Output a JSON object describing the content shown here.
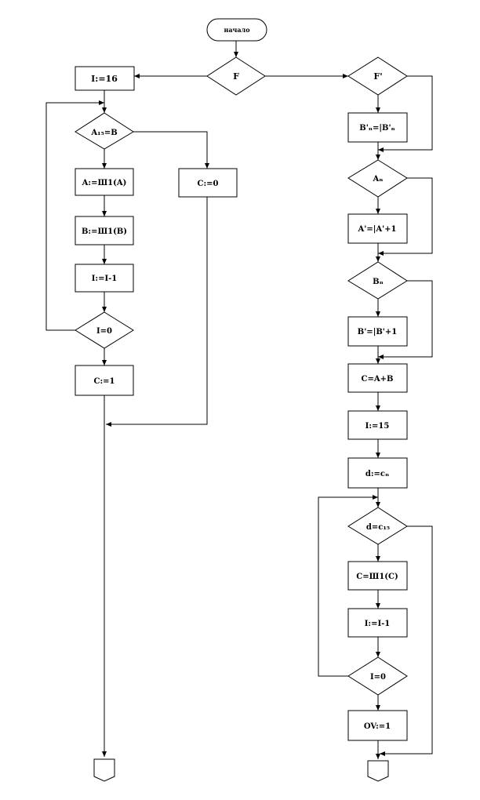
{
  "diagram": {
    "start_label": "начало",
    "nodes": {
      "F": "F",
      "I16": "I:=16",
      "A15B": "A₁₅=B",
      "A_shift": "A:=Ш1(A)",
      "C0": "C:=0",
      "B_shift": "B:=Ш1(B)",
      "I_dec_left": "I:=I-1",
      "I0_left": "I=0",
      "C1": "C:=1",
      "Fp": "F'",
      "Bcopy": "B'ₙ=|B'ₙ",
      "An": "Aₙ",
      "Ainv": "A'=|A'+1",
      "Bn": "Bₙ",
      "Binv": "B'=|B'+1",
      "CAB": "C=A+B",
      "I15": "I:=15",
      "dc": "d:=cₙ",
      "dc15": "d=c₁₅",
      "C_shift": "C=Ш1(C)",
      "I_dec_right": "I:=I-1",
      "I0_right": "I=0",
      "OV1": "OV:=1"
    }
  }
}
